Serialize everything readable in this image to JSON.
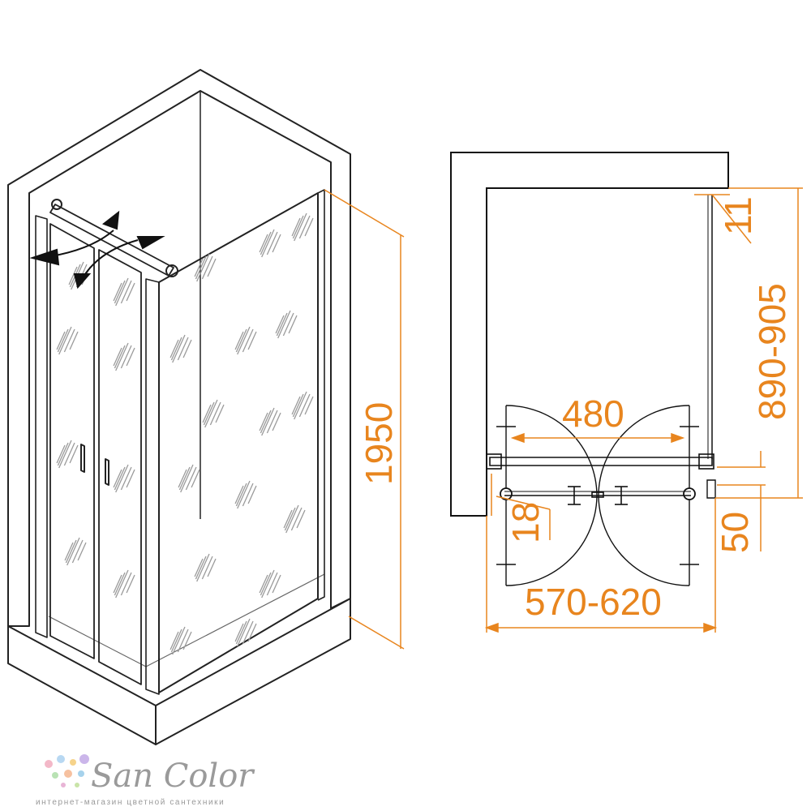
{
  "dimensions": {
    "height": "1950",
    "depth": "890-905",
    "wall_gap": "11",
    "swing_width": "480",
    "profile": "18",
    "offset": "50",
    "width": "570-620"
  },
  "logo": {
    "brand": "San Color",
    "tagline": "интернет-магазин цветной сантехники"
  },
  "colors": {
    "line": "#111111",
    "dimension": "#e8851e",
    "logo": "#9a9a9a"
  }
}
